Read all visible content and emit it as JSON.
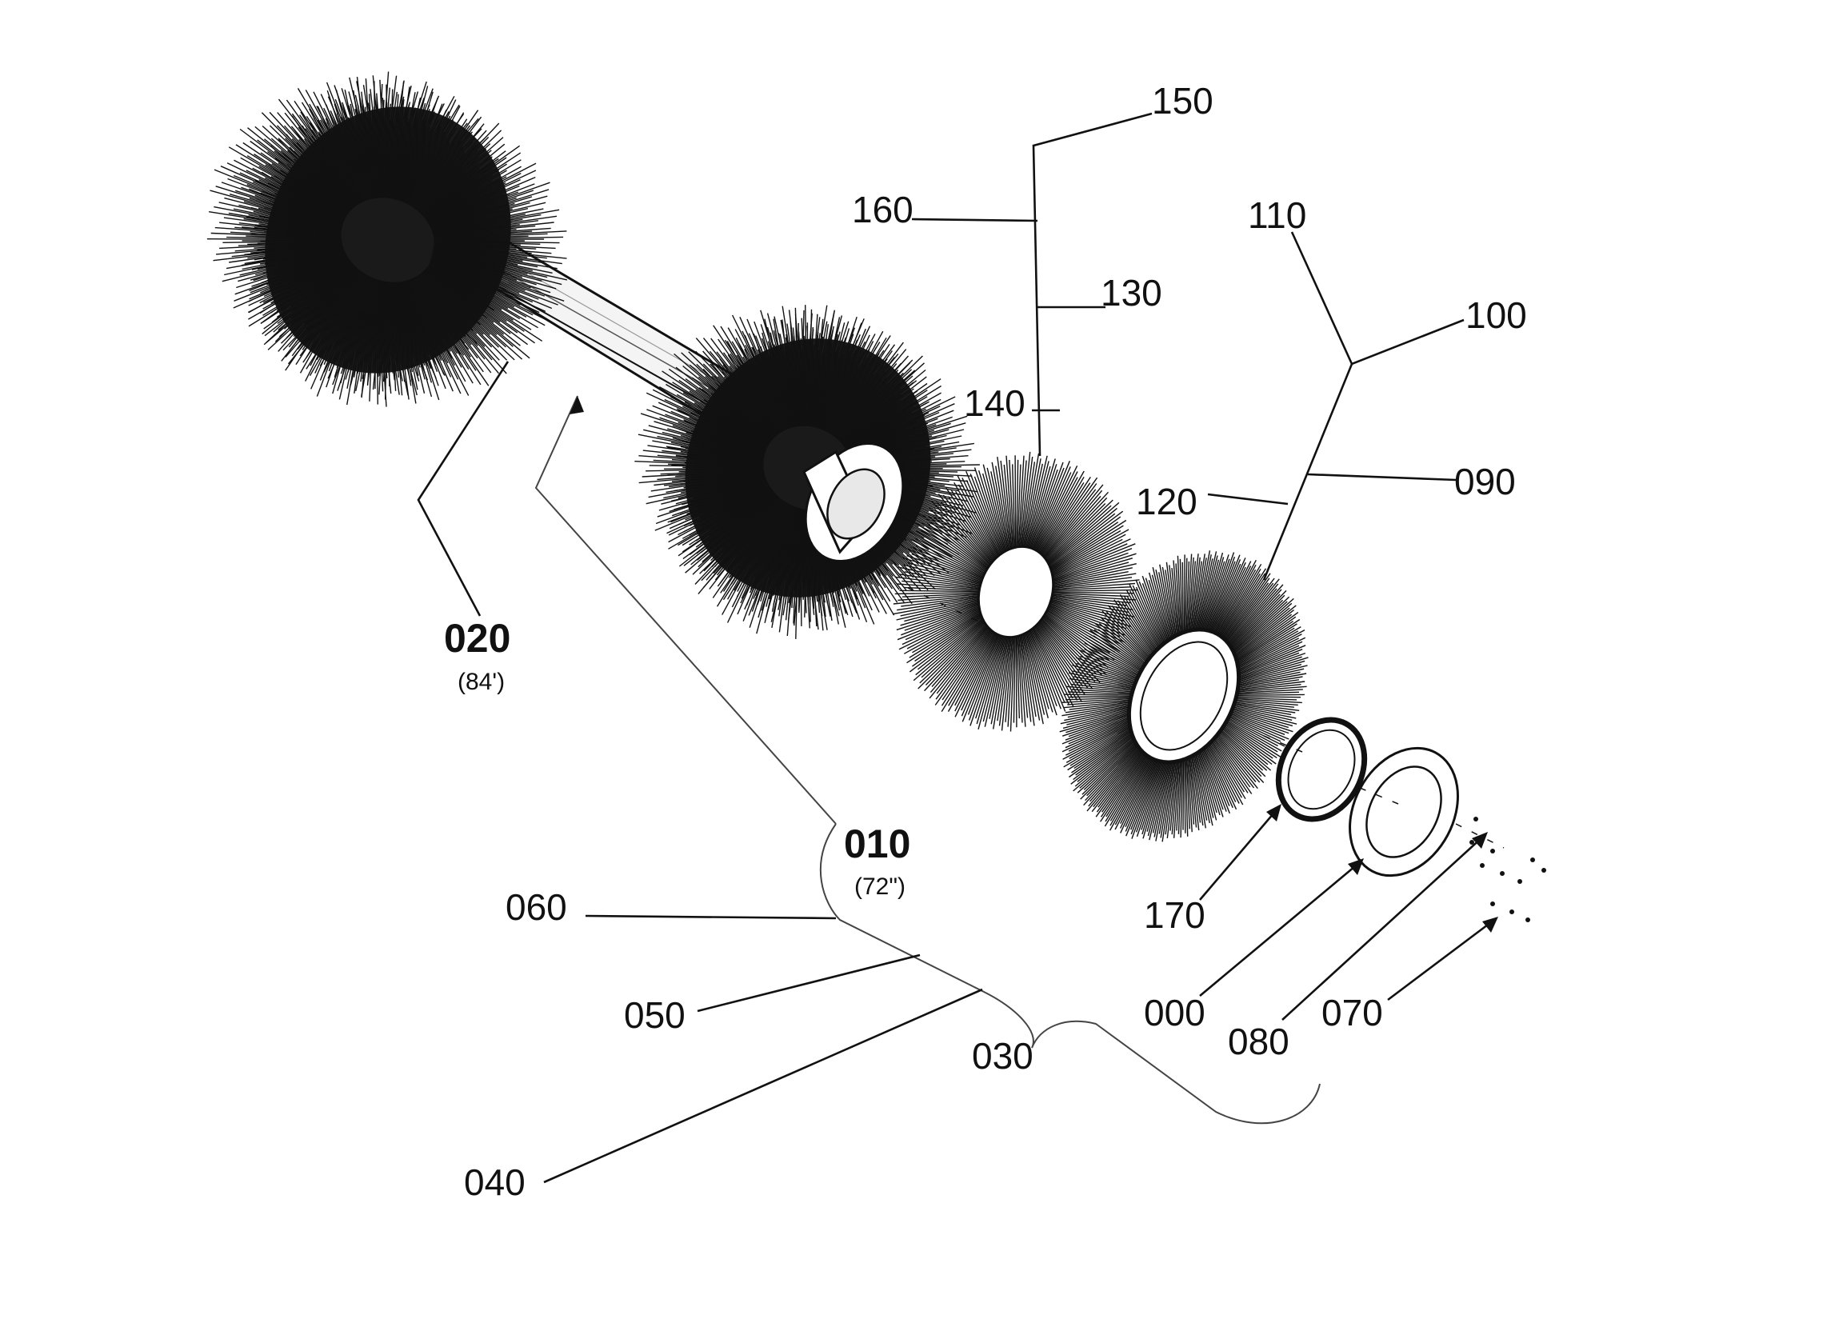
{
  "figure": {
    "labels": {
      "l000": "000",
      "l010": "010",
      "l010_sub": "(72\")",
      "l020": "020",
      "l020_sub": "(84')",
      "l030": "030",
      "l040": "040",
      "l050": "050",
      "l060": "060",
      "l070": "070",
      "l080": "080",
      "l090": "090",
      "l100": "100",
      "l110": "110",
      "l120": "120",
      "l130": "130",
      "l140": "140",
      "l150": "150",
      "l160": "160",
      "l170": "170"
    }
  }
}
